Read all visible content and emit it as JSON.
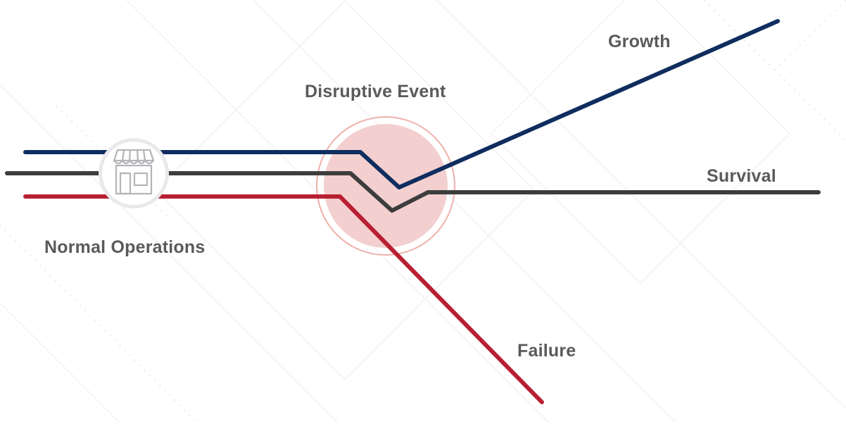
{
  "labels": {
    "normal_operations": "Normal Operations",
    "disruptive_event": "Disruptive Event",
    "growth": "Growth",
    "survival": "Survival",
    "failure": "Failure"
  },
  "icons": {
    "store": "storefront-icon"
  },
  "colors": {
    "growth_line": "#0f2d5e",
    "survival_line": "#3d3d3d",
    "failure_line": "#b81f32",
    "event_circle_fill": "#f3cfcf",
    "event_circle_ring": "#efb0aa",
    "label_text": "#5a5a5a"
  }
}
